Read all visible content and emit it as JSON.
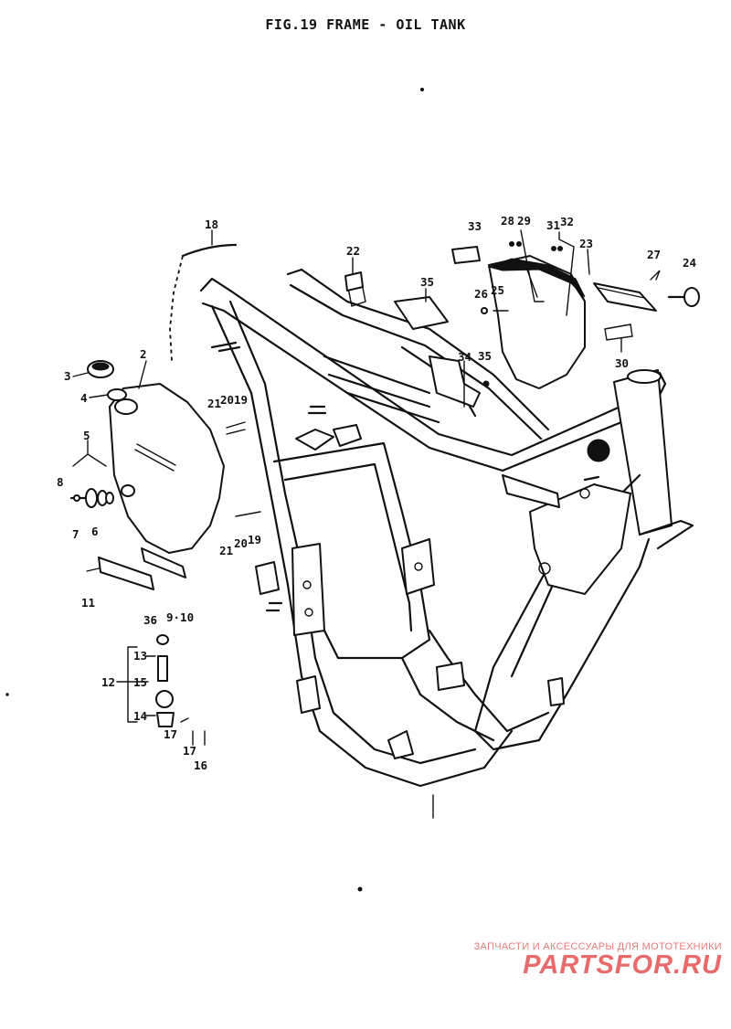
{
  "title": "FIG.19  FRAME - OIL TANK",
  "callouts": [
    "18",
    "2",
    "3",
    "4",
    "5",
    "8",
    "7",
    "6",
    "21",
    "20",
    "19",
    "21",
    "20",
    "19",
    "11",
    "36",
    "9·10",
    "13",
    "12",
    "15",
    "14",
    "17",
    "17",
    "16",
    "22",
    "35",
    "33",
    "28",
    "29",
    "31",
    "32",
    "23",
    "27",
    "24",
    "26",
    "25",
    "34",
    "35",
    "30"
  ],
  "watermark": {
    "caption": "ЗАПЧАСТИ И АКСЕССУАРЫ ДЛЯ МОТОТЕХНИКИ",
    "logo": "PARTSFOR.RU"
  },
  "colors": {
    "ink": "#111111",
    "watermark": "#e86a6a"
  }
}
